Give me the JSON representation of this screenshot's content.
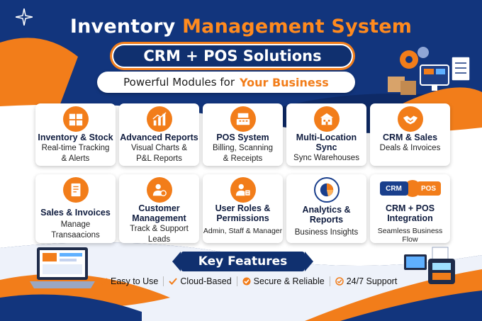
{
  "header": {
    "title_part1": "Inventory",
    "title_part2": "Management System",
    "subtitle": "CRM + POS Solutions",
    "tagline_part1": "Powerful Modules for",
    "tagline_part2": "Your Business"
  },
  "colors": {
    "navy": "#0e2a66",
    "orange": "#f27d1a",
    "white": "#ffffff"
  },
  "modules": [
    {
      "title": "Inventory & Stock",
      "desc": [
        "Real-time Tracking",
        "& Alerts"
      ],
      "icon": "warehouse-boxes-icon"
    },
    {
      "title": "Advanced Reports",
      "desc": [
        "Visual Charts &",
        "P&L Reports"
      ],
      "icon": "bar-chart-icon"
    },
    {
      "title": "POS System",
      "desc": [
        "Billing, Scanning",
        "& Receipts"
      ],
      "icon": "cash-register-icon"
    },
    {
      "title": "Multi-Location Sync",
      "title_lines": [
        "Multi-Location",
        "Sync"
      ],
      "desc": [
        "Sync Warehouses"
      ],
      "icon": "building-icon"
    },
    {
      "title": "CRM & Sales",
      "desc": [
        "Deals & Invoices"
      ],
      "icon": "handshake-icon"
    },
    {
      "title": "Sales & Invoices",
      "desc": [
        "Manage",
        "Transaacions"
      ],
      "icon": "invoice-icon"
    },
    {
      "title": "Customer Management",
      "title_lines": [
        "Customer",
        "Management"
      ],
      "desc": [
        "Track & Support",
        "Leads"
      ],
      "icon": "customer-gear-icon"
    },
    {
      "title": "User Roles & Permissions",
      "title_lines": [
        "User Roles &",
        "Permissions"
      ],
      "desc": [
        "Admin, Staff & Manager"
      ],
      "icon": "user-roles-icon"
    },
    {
      "title": "Analytics & Reports",
      "title_lines": [
        "Analytics &",
        "Reports"
      ],
      "desc": [
        "Business Insights"
      ],
      "icon": "pie-chart-icon"
    },
    {
      "title": "CRM + POS Integration",
      "title_lines": [
        "CRM + POS",
        "Integration"
      ],
      "desc": [
        "Seamless Business Flow"
      ],
      "icon": "crm-pos-link-icon",
      "icon_labels": [
        "CRM",
        "POS"
      ]
    }
  ],
  "key_features": {
    "heading": "Key Features",
    "items": [
      "Easy to Use",
      "Cloud-Based",
      "Secure & Reliable",
      "24/7 Support"
    ]
  }
}
